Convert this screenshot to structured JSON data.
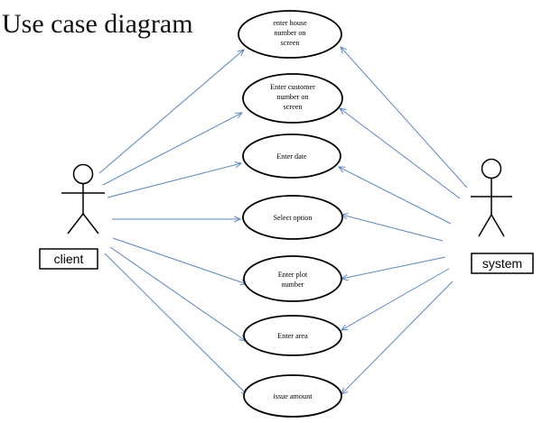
{
  "diagram": {
    "title": "Use case diagram",
    "actors": [
      {
        "id": "client",
        "label": "client"
      },
      {
        "id": "system",
        "label": "system"
      }
    ],
    "use_cases": [
      {
        "id": "uc-house",
        "lines": [
          "enter house",
          "number on",
          "screen"
        ]
      },
      {
        "id": "uc-customer",
        "lines": [
          "Enter customer",
          "number on",
          "screen"
        ]
      },
      {
        "id": "uc-date",
        "lines": [
          "Enter date"
        ]
      },
      {
        "id": "uc-option",
        "lines": [
          "Select option"
        ]
      },
      {
        "id": "uc-plot",
        "lines": [
          "Enter plot",
          "number"
        ]
      },
      {
        "id": "uc-area",
        "lines": [
          "Enter area"
        ]
      },
      {
        "id": "uc-amount",
        "lines": [
          "issue amount"
        ]
      }
    ],
    "connections": [
      {
        "from": "client",
        "to": "uc-house"
      },
      {
        "from": "client",
        "to": "uc-customer"
      },
      {
        "from": "client",
        "to": "uc-date"
      },
      {
        "from": "client",
        "to": "uc-option"
      },
      {
        "from": "client",
        "to": "uc-plot"
      },
      {
        "from": "client",
        "to": "uc-area"
      },
      {
        "from": "client",
        "to": "uc-amount"
      },
      {
        "from": "system",
        "to": "uc-house"
      },
      {
        "from": "system",
        "to": "uc-customer"
      },
      {
        "from": "system",
        "to": "uc-date"
      },
      {
        "from": "system",
        "to": "uc-option"
      },
      {
        "from": "system",
        "to": "uc-plot"
      },
      {
        "from": "system",
        "to": "uc-area"
      },
      {
        "from": "system",
        "to": "uc-amount"
      }
    ]
  },
  "colors": {
    "connector": "#5b86c0",
    "outline": "#000000",
    "background": "#ffffff"
  }
}
